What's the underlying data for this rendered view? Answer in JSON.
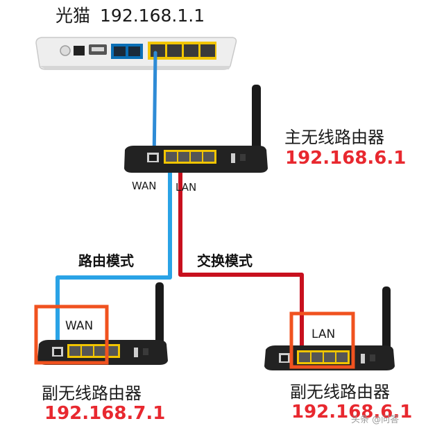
{
  "modem": {
    "name": "光猫",
    "ip": "192.168.1.1"
  },
  "main_router": {
    "name": "主无线路由器",
    "ip": "192.168.6.1",
    "wan_label": "WAN",
    "lan_label": "LAN"
  },
  "modes": {
    "route": "路由模式",
    "switch": "交换模式"
  },
  "sub_router_1": {
    "name": "副无线路由器",
    "ip": "192.168.7.1",
    "port_label": "WAN"
  },
  "sub_router_2": {
    "name": "副无线路由器",
    "ip": "192.168.6.1",
    "port_label": "LAN"
  },
  "watermark": "头条 @问答",
  "colors": {
    "ip_red": "#e8282f",
    "wan_cable": "#2aa3e6",
    "lan_cable": "#c8101e",
    "highlight_box": "#f0521f",
    "port_yellow": "#f2c500"
  }
}
